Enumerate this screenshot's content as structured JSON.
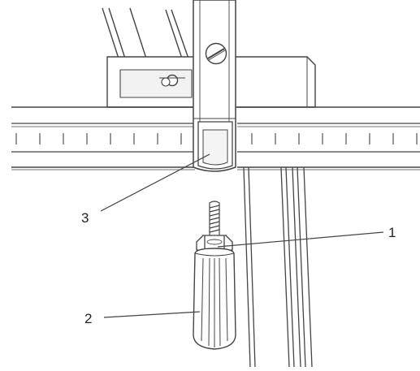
{
  "callouts": [
    {
      "number": "1",
      "part": "nut"
    },
    {
      "number": "2",
      "part": "handle-knob"
    },
    {
      "number": "3",
      "part": "lower-fence-slot"
    }
  ],
  "colors": {
    "line": "#444444",
    "fill": "#ffffff",
    "shadow": "#e4e4e4",
    "background": "#ffffff"
  }
}
